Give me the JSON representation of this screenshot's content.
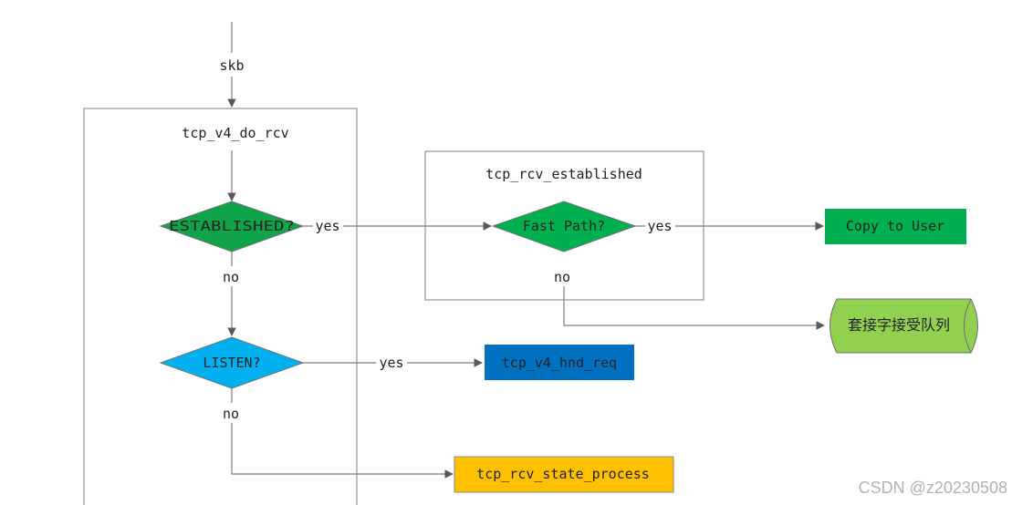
{
  "edges": {
    "input_label": "skb",
    "established_yes": "yes",
    "established_no": "no",
    "fastpath_yes": "yes",
    "fastpath_no": "no",
    "listen_yes": "yes",
    "listen_no": "no"
  },
  "containers": {
    "do_rcv_title": "tcp_v4_do_rcv",
    "rcv_established_title": "tcp_rcv_established"
  },
  "decisions": {
    "established": "ESTABLISHED?",
    "fast_path": "Fast Path?",
    "listen": "LISTEN?"
  },
  "nodes": {
    "copy_to_user": "Copy to User",
    "socket_queue": "套接字接受队列",
    "hnd_req": "tcp_v4_hnd_req",
    "state_process": "tcp_rcv_state_process"
  },
  "colors": {
    "green_diamond": "#0fa34a",
    "green_box": "#00b050",
    "lime_cylinder": "#92d050",
    "cyan_diamond": "#00b0f0",
    "blue_box": "#0070c0",
    "orange_box": "#ffc000",
    "line": "#7f7f7f"
  },
  "watermark": "CSDN @z20230508"
}
